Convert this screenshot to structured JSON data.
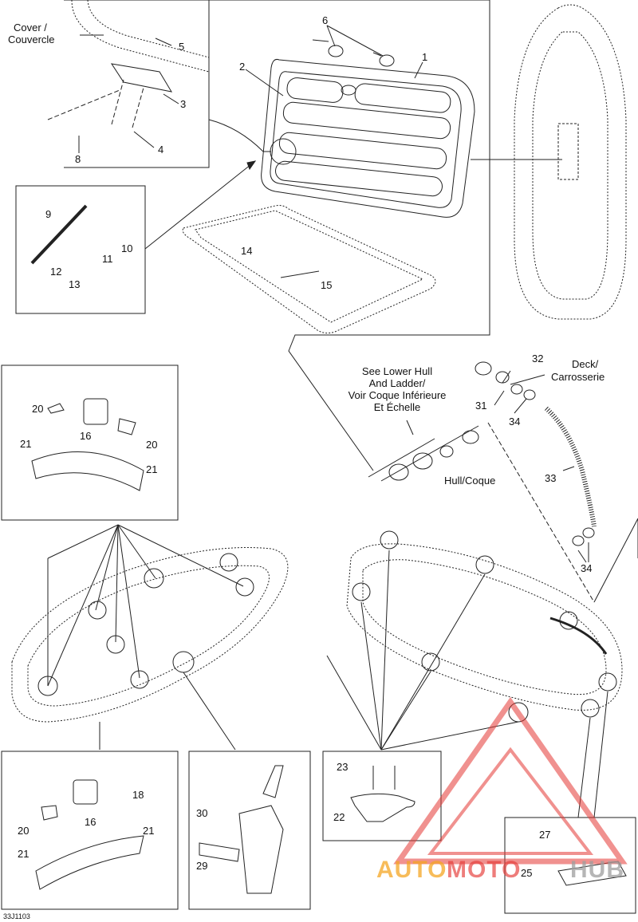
{
  "labels": {
    "cover": "Cover /",
    "cover_fr": "Couvercle",
    "deck": "Deck/",
    "deck_fr": "Carrosserie",
    "hull": "Hull/Coque",
    "note_1": "See Lower Hull",
    "note_2": "And Ladder/",
    "note_3": "Voir Coque Inférieure",
    "note_4": "Et Échelle"
  },
  "callouts": {
    "n1": "1",
    "n2": "2",
    "n3": "3",
    "n4": "4",
    "n5": "5",
    "n6": "6",
    "n8": "8",
    "n9": "9",
    "n10": "10",
    "n11": "11",
    "n12": "12",
    "n13": "13",
    "n14": "14",
    "n15": "15",
    "n16a": "16",
    "n20a": "20",
    "n21a": "21",
    "n20b": "20",
    "n21b": "21",
    "n16b": "16",
    "n18": "18",
    "n20c": "20",
    "n21c": "21",
    "n21d": "21",
    "n22": "22",
    "n23": "23",
    "n25": "25",
    "n27": "27",
    "n29": "29",
    "n30": "30",
    "n31": "31",
    "n32": "32",
    "n33": "33",
    "n34a": "34",
    "n34b": "34"
  },
  "figure_code": "33J1103",
  "watermark": {
    "part1": "AUTO",
    "part2": "MOTO",
    "part3": "HUB",
    "color_orange": "#f5a623",
    "color_red": "#e53935",
    "color_gray": "#9e9e9e"
  }
}
